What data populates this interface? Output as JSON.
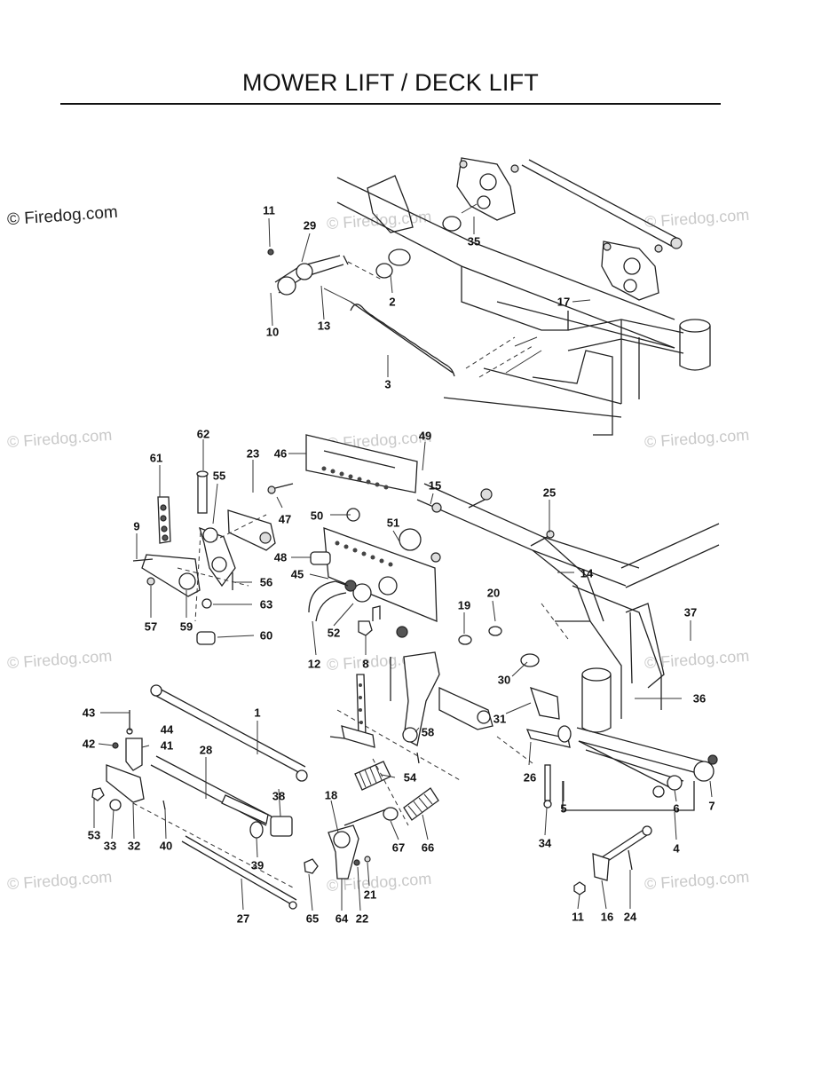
{
  "header": {
    "title": "MOWER LIFT / DECK LIFT"
  },
  "watermark": {
    "text": "© Firedog.com"
  },
  "callouts": [
    {
      "id": "c11a",
      "text": "11"
    },
    {
      "id": "c29",
      "text": "29"
    },
    {
      "id": "c2",
      "text": "2"
    },
    {
      "id": "c35",
      "text": "35"
    },
    {
      "id": "c17",
      "text": "17"
    },
    {
      "id": "c10",
      "text": "10"
    },
    {
      "id": "c13",
      "text": "13"
    },
    {
      "id": "c3",
      "text": "3"
    },
    {
      "id": "c62",
      "text": "62"
    },
    {
      "id": "c23",
      "text": "23"
    },
    {
      "id": "c46",
      "text": "46"
    },
    {
      "id": "c49",
      "text": "49"
    },
    {
      "id": "c61",
      "text": "61"
    },
    {
      "id": "c55",
      "text": "55"
    },
    {
      "id": "c15",
      "text": "15"
    },
    {
      "id": "c25",
      "text": "25"
    },
    {
      "id": "c47",
      "text": "47"
    },
    {
      "id": "c50",
      "text": "50"
    },
    {
      "id": "c51",
      "text": "51"
    },
    {
      "id": "c9",
      "text": "9"
    },
    {
      "id": "c14",
      "text": "14"
    },
    {
      "id": "c48",
      "text": "48"
    },
    {
      "id": "c45",
      "text": "45"
    },
    {
      "id": "c56",
      "text": "56"
    },
    {
      "id": "c20",
      "text": "20"
    },
    {
      "id": "c37",
      "text": "37"
    },
    {
      "id": "c63",
      "text": "63"
    },
    {
      "id": "c57",
      "text": "57"
    },
    {
      "id": "c59",
      "text": "59"
    },
    {
      "id": "c52",
      "text": "52"
    },
    {
      "id": "c19",
      "text": "19"
    },
    {
      "id": "c60",
      "text": "60"
    },
    {
      "id": "c12",
      "text": "12"
    },
    {
      "id": "c8",
      "text": "8"
    },
    {
      "id": "c30",
      "text": "30"
    },
    {
      "id": "c36",
      "text": "36"
    },
    {
      "id": "c1",
      "text": "1"
    },
    {
      "id": "c43",
      "text": "43"
    },
    {
      "id": "c44",
      "text": "44"
    },
    {
      "id": "c42",
      "text": "42"
    },
    {
      "id": "c41",
      "text": "41"
    },
    {
      "id": "c31",
      "text": "31"
    },
    {
      "id": "c58",
      "text": "58"
    },
    {
      "id": "c28",
      "text": "28"
    },
    {
      "id": "c54",
      "text": "54"
    },
    {
      "id": "c26",
      "text": "26"
    },
    {
      "id": "c38",
      "text": "38"
    },
    {
      "id": "c18",
      "text": "18"
    },
    {
      "id": "c5",
      "text": "5"
    },
    {
      "id": "c6",
      "text": "6"
    },
    {
      "id": "c7",
      "text": "7"
    },
    {
      "id": "c53",
      "text": "53"
    },
    {
      "id": "c33",
      "text": "33"
    },
    {
      "id": "c32",
      "text": "32"
    },
    {
      "id": "c40",
      "text": "40"
    },
    {
      "id": "c39",
      "text": "39"
    },
    {
      "id": "c67",
      "text": "67"
    },
    {
      "id": "c66",
      "text": "66"
    },
    {
      "id": "c34",
      "text": "34"
    },
    {
      "id": "c4",
      "text": "4"
    },
    {
      "id": "c21",
      "text": "21"
    },
    {
      "id": "c27",
      "text": "27"
    },
    {
      "id": "c65",
      "text": "65"
    },
    {
      "id": "c64",
      "text": "64"
    },
    {
      "id": "c22",
      "text": "22"
    },
    {
      "id": "c11b",
      "text": "11"
    },
    {
      "id": "c16",
      "text": "16"
    },
    {
      "id": "c24",
      "text": "24"
    }
  ]
}
